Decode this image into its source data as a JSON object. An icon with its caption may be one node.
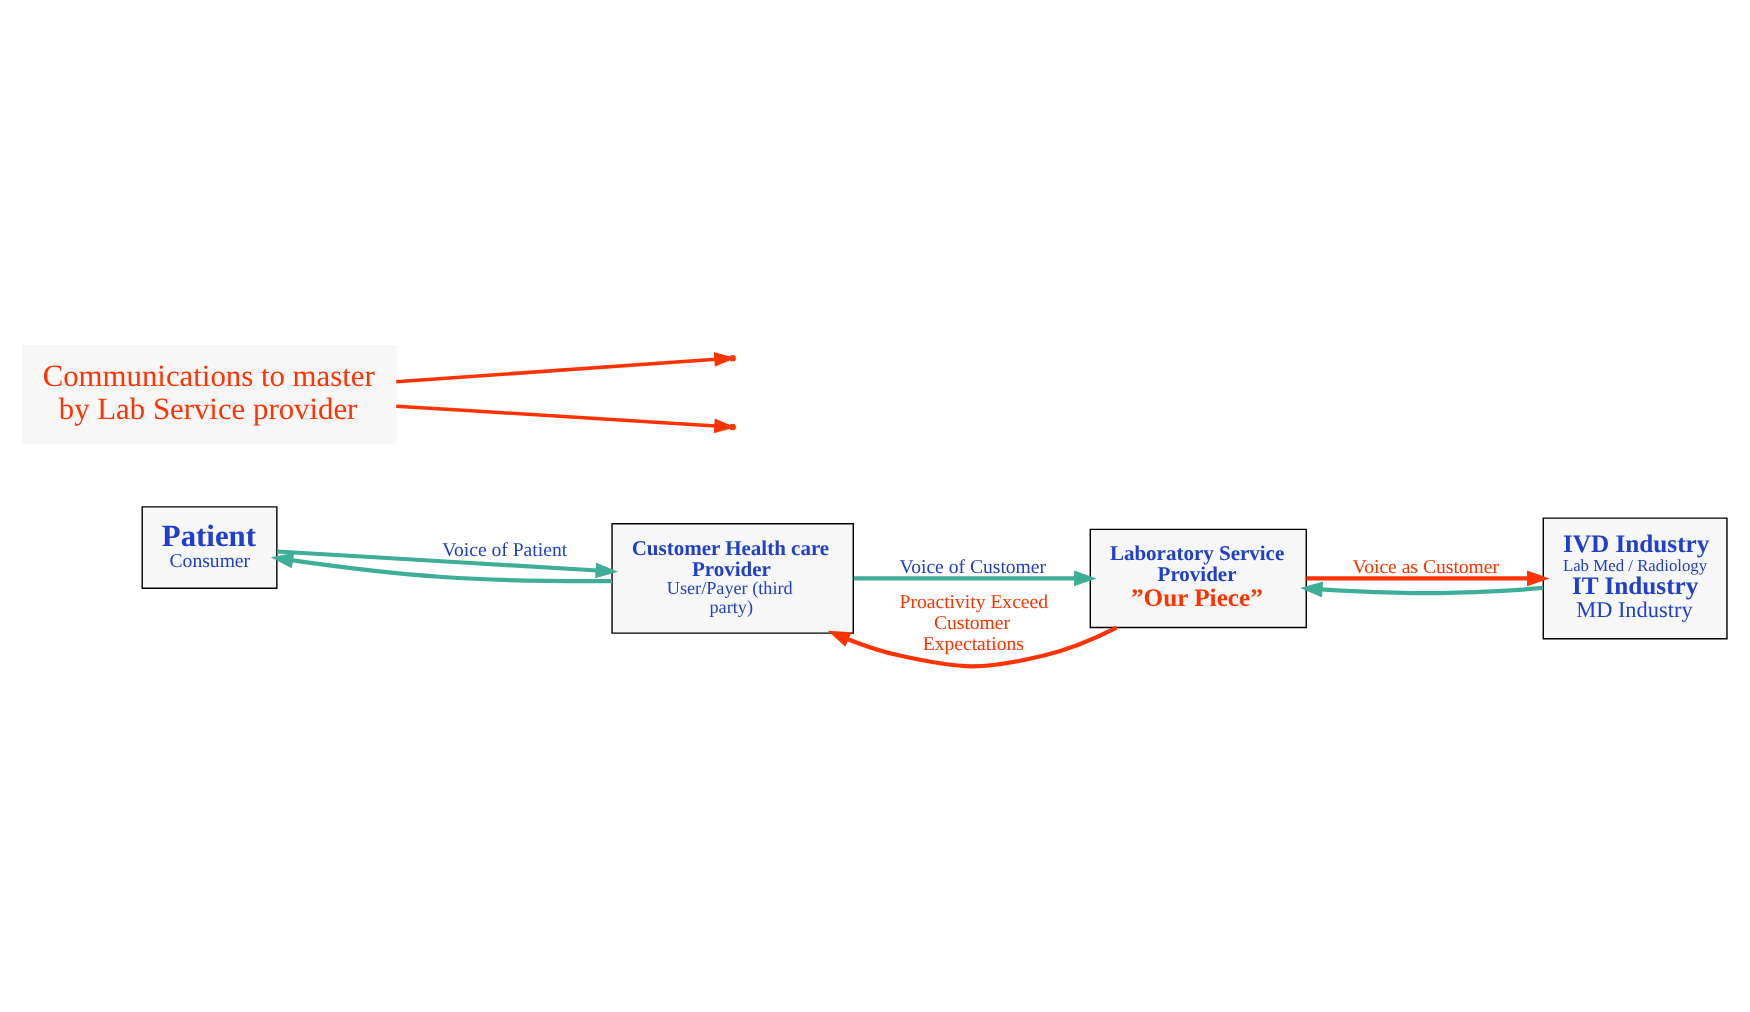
{
  "diagram": {
    "nodes": [
      {
        "text": [
          "Patient",
          "Consumer"
        ]
      },
      {
        "text": [
          "Customer Health care Provider",
          "User/Payer (third party)"
        ]
      },
      {
        "text": [
          "Laboratory Service Provider",
          "”Our Piece”"
        ]
      },
      {
        "text": [
          "IVD Industry",
          "Lab Med / Radiology",
          "IT Industry",
          "MD Industry"
        ]
      },
      {
        "text": [
          "Communications to master by Lab Service provider"
        ]
      }
    ],
    "edges": [
      {
        "from": 0,
        "to": 1,
        "arrow": "to",
        "label": "Voice of Patient"
      },
      {
        "from": 1,
        "to": 2,
        "arrow": "to",
        "label": "Voice of Customer"
      },
      {
        "from": 2,
        "to": 3,
        "arrow": "to",
        "label": "Voice as Customer",
        "color": "#ff3300"
      },
      {
        "from": 1,
        "to": 0,
        "arrow": "to"
      },
      {
        "from": 2,
        "to": 1,
        "arrow": "to",
        "label": "Proactivity Exceed Customer Expectations",
        "color": "#ff3300"
      },
      {
        "from": 3,
        "to": 2,
        "arrow": "to"
      },
      {
        "from": 4,
        "to": null,
        "arrow": "to",
        "color": "#ff3300"
      },
      {
        "from": 4,
        "to": null,
        "arrow": "to",
        "color": "#ff3300"
      }
    ]
  }
}
